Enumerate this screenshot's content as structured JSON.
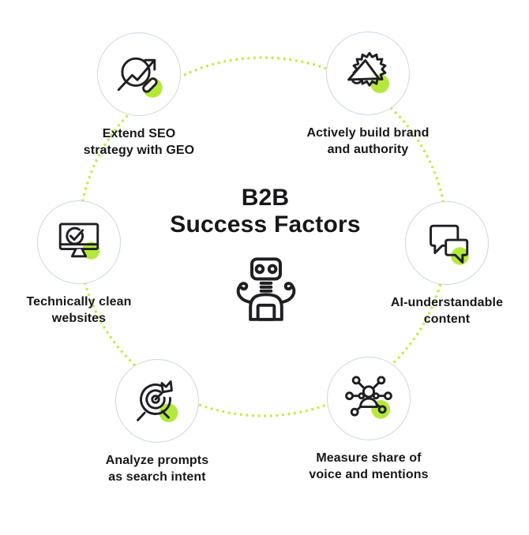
{
  "title": {
    "line1": "B2B",
    "line2": "Success Factors"
  },
  "colors": {
    "accent_green": "#b5e83e",
    "dot_green": "#bcee43",
    "circle_border": "#ccd7e2",
    "icon_stroke": "#1f1f23",
    "text": "#17171a",
    "background": "#ffffff"
  },
  "center_icon": "robot-icon",
  "factors": [
    {
      "id": "seo-geo",
      "icon": "trend-magnifier-icon",
      "label_line1": "Extend SEO",
      "label_line2": "strategy with GEO"
    },
    {
      "id": "brand-authority",
      "icon": "megaphone-badge-icon",
      "label_line1": "Actively build brand",
      "label_line2": "and authority"
    },
    {
      "id": "clean-websites",
      "icon": "monitor-check-icon",
      "label_line1": "Technically clean",
      "label_line2": "websites"
    },
    {
      "id": "ai-content",
      "icon": "chat-bubbles-icon",
      "label_line1": "AI-understandable",
      "label_line2": "content"
    },
    {
      "id": "prompt-intent",
      "icon": "target-arrow-icon",
      "label_line1": "Analyze prompts",
      "label_line2": "as search intent"
    },
    {
      "id": "share-of-voice",
      "icon": "network-person-icon",
      "label_line1": "Measure share of",
      "label_line2": "voice and mentions"
    }
  ]
}
